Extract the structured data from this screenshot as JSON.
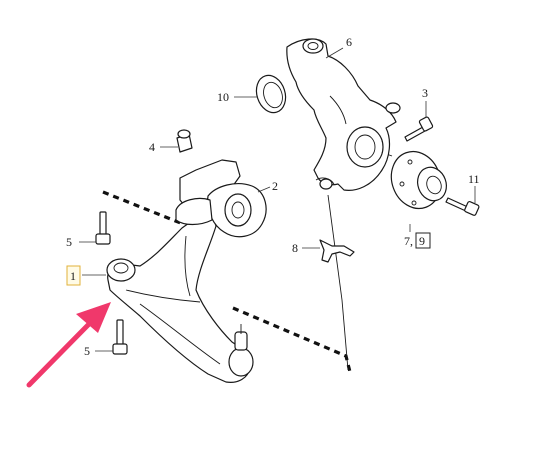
{
  "diagram": {
    "callouts": [
      {
        "id": "c1",
        "text": "1"
      },
      {
        "id": "c2",
        "text": "2"
      },
      {
        "id": "c3",
        "text": "3"
      },
      {
        "id": "c4",
        "text": "4"
      },
      {
        "id": "c5a",
        "text": "5"
      },
      {
        "id": "c5b",
        "text": "5"
      },
      {
        "id": "c6",
        "text": "6"
      },
      {
        "id": "c7",
        "text": "7,"
      },
      {
        "id": "c8",
        "text": "8"
      },
      {
        "id": "c9",
        "text": "9"
      },
      {
        "id": "c10",
        "text": "10"
      },
      {
        "id": "c11",
        "text": "11"
      }
    ],
    "arrow_color": "#f0386b",
    "highlight_box_color": "#e0b23a"
  }
}
